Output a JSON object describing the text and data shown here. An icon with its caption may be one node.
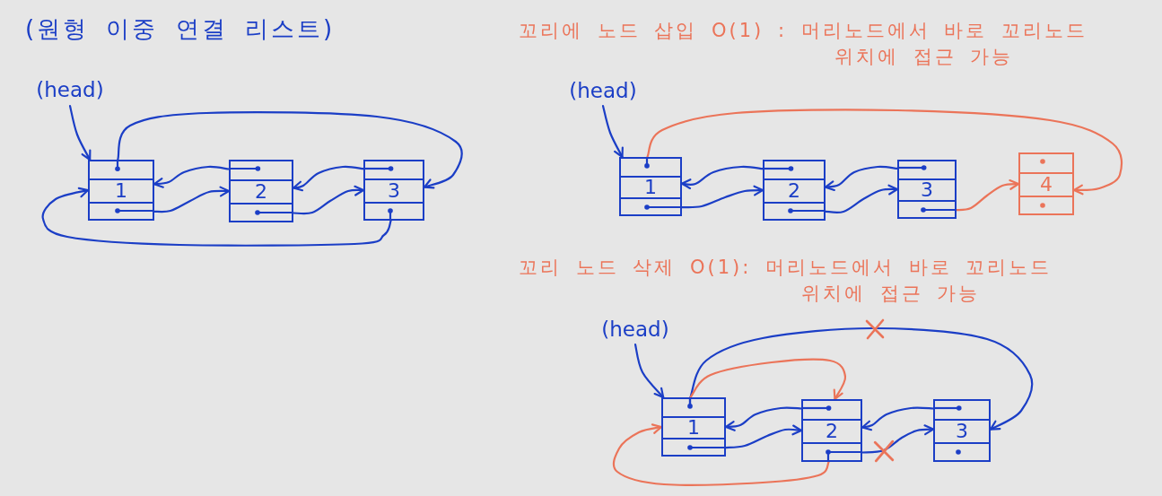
{
  "diagram": {
    "title": "(원형 이중 연결 리스트)",
    "nodes": [
      {
        "text": [
          "(head)"
        ]
      },
      {
        "text": [
          "1"
        ]
      },
      {
        "text": [
          "2"
        ]
      },
      {
        "text": [
          "3"
        ]
      },
      {
        "text": [
          "(head)"
        ]
      },
      {
        "text": [
          "1"
        ]
      },
      {
        "text": [
          "2"
        ]
      },
      {
        "text": [
          "3"
        ]
      },
      {
        "text": [
          "4"
        ]
      },
      {
        "text": [
          "(head)"
        ]
      },
      {
        "text": [
          "1"
        ]
      },
      {
        "text": [
          "2"
        ]
      },
      {
        "text": [
          "3"
        ]
      }
    ],
    "edges": [
      {
        "from": 0,
        "to": 1,
        "arrow": "to"
      },
      {
        "from": 1,
        "to": 3,
        "arrow": "to"
      },
      {
        "from": 1,
        "to": 2,
        "arrow": "to"
      },
      {
        "from": 2,
        "to": 1,
        "arrow": "to"
      },
      {
        "from": 2,
        "to": 3,
        "arrow": "to"
      },
      {
        "from": 3,
        "to": 2,
        "arrow": "to"
      },
      {
        "from": 3,
        "to": 1,
        "arrow": "to"
      },
      {
        "from": 4,
        "to": 5,
        "arrow": "to"
      },
      {
        "from": 5,
        "to": 8,
        "arrow": "to",
        "color": "#eb7459"
      },
      {
        "from": 5,
        "to": 6,
        "arrow": "to"
      },
      {
        "from": 6,
        "to": 5,
        "arrow": "to"
      },
      {
        "from": 6,
        "to": 7,
        "arrow": "to"
      },
      {
        "from": 7,
        "to": 6,
        "arrow": "to"
      },
      {
        "from": 7,
        "to": 8,
        "arrow": "to",
        "color": "#eb7459"
      },
      {
        "from": 9,
        "to": 10,
        "arrow": "to"
      },
      {
        "from": 10,
        "to": 12,
        "arrow": "to"
      },
      {
        "from": 10,
        "to": 11,
        "arrow": "to",
        "color": "#eb7459"
      },
      {
        "from": 10,
        "to": 11,
        "arrow": "to"
      },
      {
        "from": 11,
        "to": 10,
        "arrow": "to"
      },
      {
        "from": 11,
        "to": 12,
        "arrow": "to"
      },
      {
        "from": 12,
        "to": 11,
        "arrow": "to"
      },
      {
        "from": 11,
        "to": 10,
        "arrow": "to",
        "color": "#eb7459"
      }
    ],
    "labels": [
      "꼬리에 노드 삽입 O(1) : 머리노드에서 바로 꼬리노드 위치에 접근 가능",
      "꼬리 노드 삭제 O(1): 머리노드에서 바로 꼬리노드 위치에 접근 가능"
    ]
  }
}
